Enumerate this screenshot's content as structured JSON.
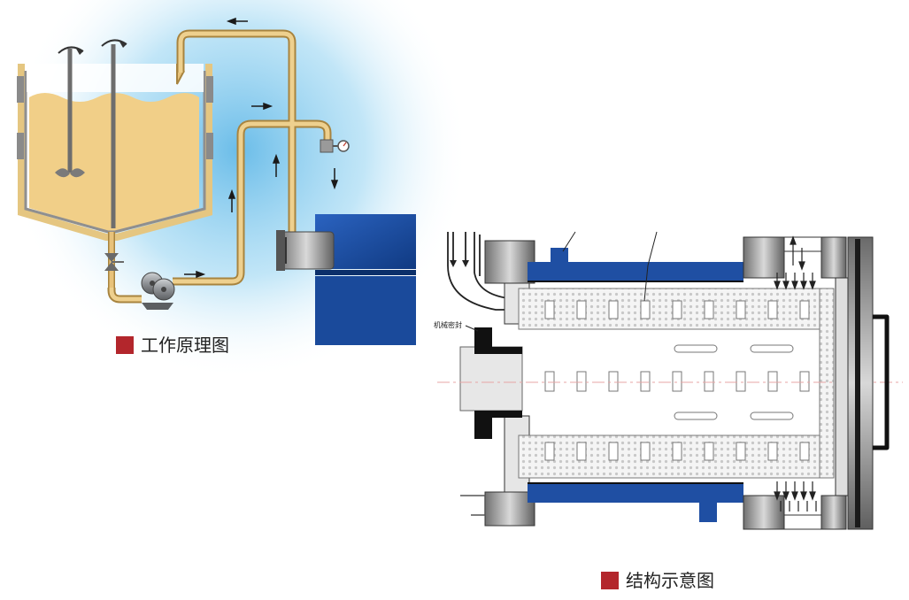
{
  "captions": {
    "working_principle": "工作原理图",
    "structure_diagram": "结构示意图"
  },
  "labels": {
    "mechanical_seal": "机械密封"
  },
  "colors": {
    "accent_red": "#b3262c",
    "tank_fill": "#f1cf88",
    "pipe": "#e8c27a",
    "pipe_stroke": "#a8843f",
    "pump_body": "#9fa3a7",
    "motor_blue": "#1f4fa3",
    "motor_dark": "#123f8d",
    "glow_blue": "#5ab5e6",
    "screen_dots": "#c9c9c9"
  },
  "icons": {
    "rotation": "rotation-arrow-icon",
    "flow": "flow-arrow-icon",
    "valve": "valve-icon",
    "gauge": "pressure-gauge-icon",
    "pump": "pump-icon"
  }
}
